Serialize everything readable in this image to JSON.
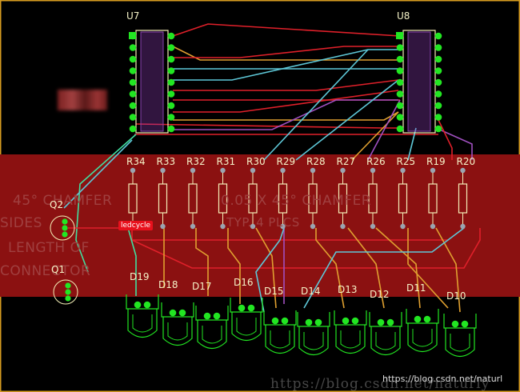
{
  "chips": [
    {
      "ref": "U7"
    },
    {
      "ref": "U8"
    }
  ],
  "resistors": [
    "R34",
    "R33",
    "R32",
    "R31",
    "R30",
    "R29",
    "R28",
    "R27",
    "R26",
    "R25",
    "R19",
    "R20"
  ],
  "leds_row1": [
    "D19",
    "D18",
    "D17",
    "D16"
  ],
  "leds_row2": [
    "D15",
    "D14",
    "D13",
    "D12",
    "D11",
    "D10"
  ],
  "transistors": [
    "Q2",
    "Q1"
  ],
  "board_text": {
    "chamfer_45": "45° CHAMFER",
    "chamfer_sides": "SIDES",
    "length_of": "LENGTH OF",
    "connector": "CONNECTOR",
    "dim_chamfer": "0.05 X 45° CHAMFER",
    "typ_plcs": "TYP. 4 PLCS"
  },
  "net_tag": "ledcycle",
  "watermark": {
    "main": "https://blog.csdn.net/naturly",
    "corner": "https://blog.csdn.net/naturl"
  },
  "colors": {
    "background": "#000000",
    "board_outline_fill": "#8b1111",
    "pad": "#22e622",
    "silkscreen": "#f5f0b8",
    "trace_red": "#e0202a",
    "trace_cyan": "#5ec8d8",
    "trace_orange": "#e0a030",
    "trace_purple": "#a050c0",
    "trace_green": "#40e0a0"
  }
}
